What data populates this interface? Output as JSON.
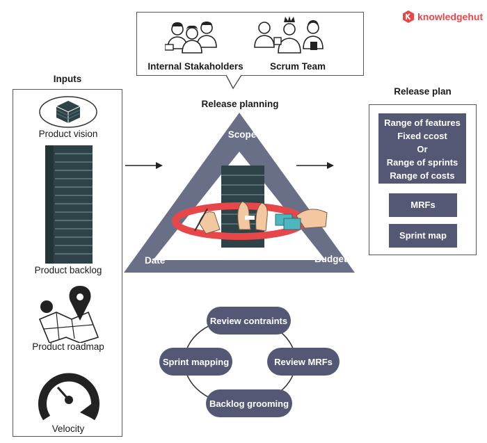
{
  "brand": {
    "name": "knowledgehut",
    "color": "#e8474a"
  },
  "colors": {
    "accent_box": "#545874",
    "triangle": "#6a6f88",
    "ring": "#e8474a",
    "dark_block": "#2d4347"
  },
  "stakeholders": {
    "internal_label": "Internal Stakaholders",
    "scrum_label": "Scrum Team"
  },
  "inputs": {
    "title": "Inputs",
    "items": [
      {
        "label": "Product vision",
        "icon": "product-vision-icon"
      },
      {
        "label": "Product backlog",
        "icon": "product-backlog-icon"
      },
      {
        "label": "Product roadmap",
        "icon": "roadmap-map-icon"
      },
      {
        "label": "Velocity",
        "icon": "velocity-gauge-icon"
      }
    ]
  },
  "release_planning": {
    "title": "Release planning",
    "corners": {
      "top": "Scope",
      "left": "Date",
      "right": "Budget"
    }
  },
  "release_plan": {
    "title": "Release plan",
    "summary_lines": [
      "Range of features",
      "Fixed ccost",
      "Or",
      "Range of sprints",
      "Range of costs"
    ],
    "boxes": [
      "MRFs",
      "Sprint map"
    ]
  },
  "cycle": {
    "steps": [
      "Review contraints",
      "Review MRFs",
      "Backlog grooming",
      "Sprint mapping"
    ]
  }
}
